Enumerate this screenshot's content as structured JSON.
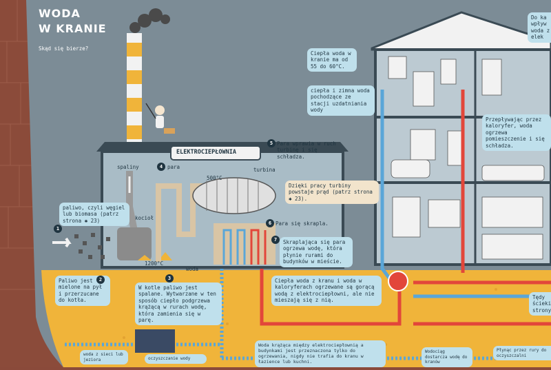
{
  "header": {
    "title_line1": "WODA",
    "title_line2": "W KRANIE",
    "subtitle": "Skąd się bierze?"
  },
  "plant": {
    "sign": "ELEKTROCIEPŁOWNIA",
    "labels": {
      "spaliny": "spaliny",
      "para": "para",
      "temp500": "500°C",
      "turbina": "turbina",
      "kociol": "kocioł",
      "temp1200": "1200°C",
      "woda": "woda"
    }
  },
  "steps": [
    {
      "n": "1",
      "text": "paliwo, czyli węgiel lub biomasa (patrz strona ✱ 23)"
    },
    {
      "n": "2",
      "text": "Paliwo jest mielone na pył i przerzucane do kotła."
    },
    {
      "n": "3",
      "text": "W kotle paliwo jest spalane. Wytwarzane w ten sposób ciepło podgrzewa krążącą w rurach wodę, która zamienia się w parę."
    },
    {
      "n": "4",
      "text": "para"
    },
    {
      "n": "5",
      "text": "Para wprawia w ruch turbinę i się schładza."
    },
    {
      "n": "6",
      "text": "Para się skrapla."
    },
    {
      "n": "7",
      "text": "Skraplająca się para ogrzewa wodę, która płynie rurami do budynków w mieście."
    }
  ],
  "notes": {
    "turbine": "Dzięki pracy turbiny powstaje prąd (patrz strona ✱ 23).",
    "hot_water_temp": "Ciepła woda w kranie ma od 55 do 60°C.",
    "hot_cold_source": "ciepła i zimna woda pochodzące ze stacji uzdatniania wody",
    "radiator": "Przepływając przez kaloryfer, woda ogrzewa pomieszczenie i się schładza.",
    "top_right": "Do ka wpływ woda z elek",
    "tap_vs_radiator": "Ciepła woda z kranu i woda w kaloryferach ogrzewane są gorącą wodą z elektrociepłowni, ale nie mieszają się z nią.",
    "right_edge": "Tędy ścieki strony",
    "bottom_pipe": "Woda krążąca między elektrociepłownią a budynkami jest przeznaczona tylko do ogrzewania, nigdy nie trafia do kranu w łazience lub kuchni.",
    "bottom_left": "woda z sieci lub jeziora",
    "bottom_mid": "oczyszczanie wody",
    "bottom_r1": "Wodociąg dostarcza wodę do kranów",
    "bottom_r2": "Płynąc przez rury do oczyszczalni"
  },
  "colors": {
    "wall": "#7c8c96",
    "ground": "#f0b43a",
    "hot_pipe": "#e2463a",
    "cold_pipe": "#5aa6d8",
    "bubble": "#bfe0ec",
    "plant_body": "#a9bcc6"
  }
}
